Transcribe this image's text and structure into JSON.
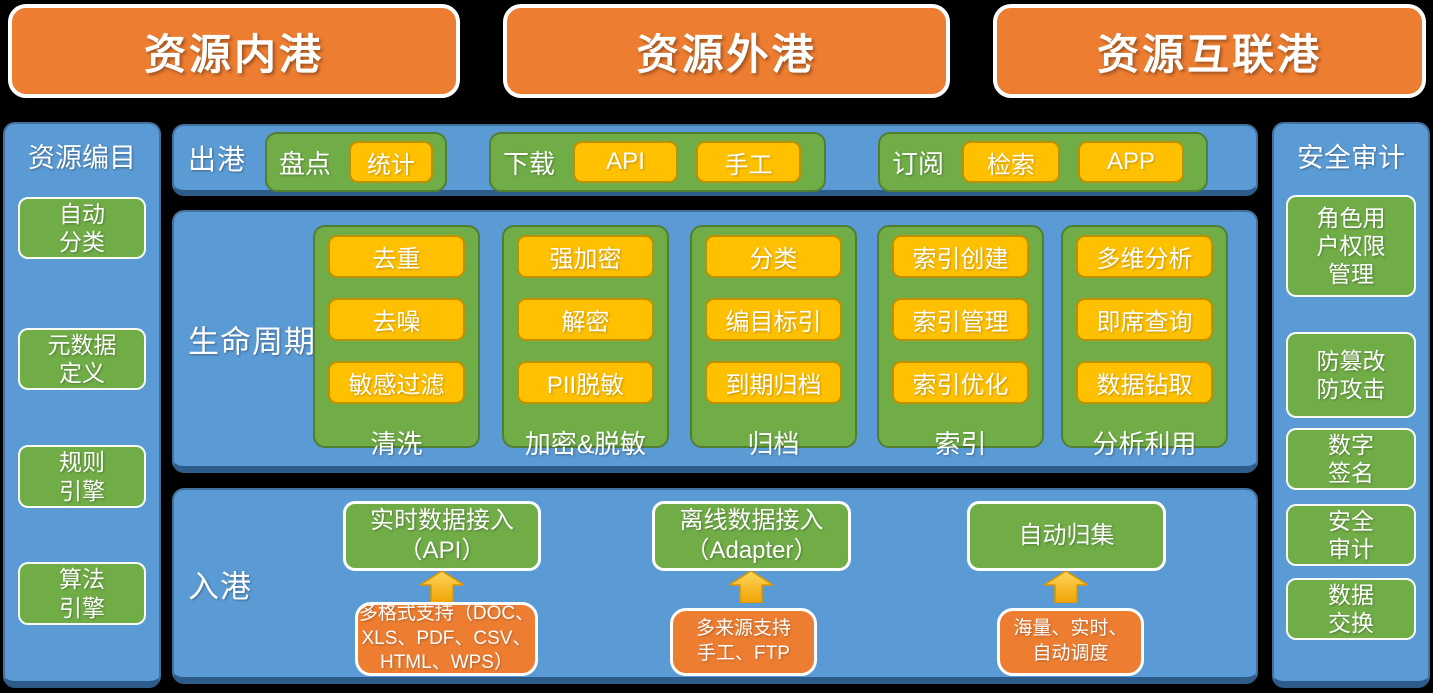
{
  "colors": {
    "background": "#000000",
    "orange": "#ED7D31",
    "blue_panel": "#5B9BD5",
    "blue_panel_edge": "#2E5C8A",
    "green": "#70AD47",
    "green_border": "#507E32",
    "yellow": "#FFC000",
    "yellow_border": "#BF9000",
    "text": "#FFFFFF"
  },
  "top_ports": [
    {
      "label": "资源内港"
    },
    {
      "label": "资源外港"
    },
    {
      "label": "资源互联港"
    }
  ],
  "catalog_sidebar": {
    "title": "资源编目",
    "items": [
      {
        "label": "自动\n分类"
      },
      {
        "label": "元数据\n定义"
      },
      {
        "label": "规则\n引擎"
      },
      {
        "label": "算法\n引擎"
      }
    ]
  },
  "security_sidebar": {
    "title": "安全审计",
    "items": [
      {
        "label": "角色用\n户权限\n管理"
      },
      {
        "label": "防篡改\n防攻击"
      },
      {
        "label": "数字\n签名"
      },
      {
        "label": "安全\n审计"
      },
      {
        "label": "数据\n交换"
      }
    ]
  },
  "outbound": {
    "title": "出港",
    "groups": [
      {
        "label": "盘点",
        "chips": [
          "统计"
        ]
      },
      {
        "label": "下载",
        "chips": [
          "API",
          "手工"
        ]
      },
      {
        "label": "订阅",
        "chips": [
          "检索",
          "APP"
        ]
      }
    ]
  },
  "lifecycle": {
    "title": "生命周期",
    "columns": [
      {
        "name": "清洗",
        "items": [
          "去重",
          "去噪",
          "敏感过滤"
        ]
      },
      {
        "name": "加密&脱敏",
        "items": [
          "强加密",
          "解密",
          "PII脱敏"
        ]
      },
      {
        "name": "归档",
        "items": [
          "分类",
          "编目标引",
          "到期归档"
        ]
      },
      {
        "name": "索引",
        "items": [
          "索引创建",
          "索引管理",
          "索引优化"
        ]
      },
      {
        "name": "分析利用",
        "items": [
          "多维分析",
          "即席查询",
          "数据钻取"
        ]
      }
    ]
  },
  "inbound": {
    "title": "入港",
    "channels": [
      {
        "target": "实时数据接入\n（API）",
        "source": "多格式支持（DOC、\nXLS、PDF、CSV、\nHTML、WPS）"
      },
      {
        "target": "离线数据接入\n（Adapter）",
        "source": "多来源支持\n手工、FTP"
      },
      {
        "target": "自动归集",
        "source": "海量、实时、\n自动调度"
      }
    ]
  }
}
